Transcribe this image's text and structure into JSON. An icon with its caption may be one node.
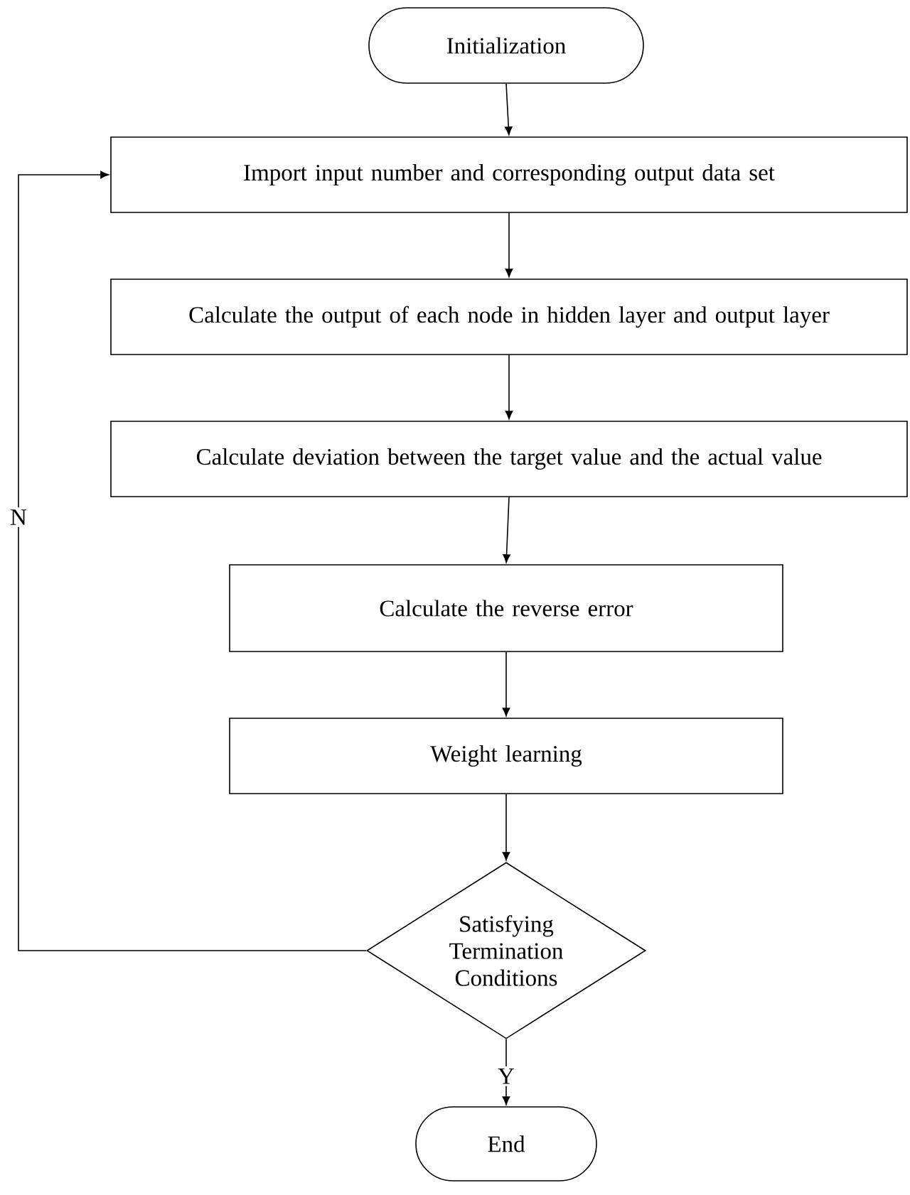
{
  "diagram": {
    "nodes": [
      {
        "text": [
          "Initialization"
        ]
      },
      {
        "text": [
          "Import input number and corresponding output data set"
        ]
      },
      {
        "text": [
          "Calculate the output of each node in hidden layer and output layer"
        ]
      },
      {
        "text": [
          "Calculate deviation between the  target value and the actual value"
        ]
      },
      {
        "text": [
          "Calculate the reverse error"
        ]
      },
      {
        "text": [
          "Weight learning"
        ]
      },
      {
        "text": [
          "Satisfying Termination Conditions"
        ]
      },
      {
        "text": [
          "End"
        ]
      }
    ],
    "edges": [
      {
        "from": 0,
        "to": 1,
        "arrow": "to"
      },
      {
        "from": 1,
        "to": 2,
        "arrow": "to"
      },
      {
        "from": 2,
        "to": 3,
        "arrow": "to"
      },
      {
        "from": 3,
        "to": 4,
        "arrow": "to"
      },
      {
        "from": 4,
        "to": 5,
        "arrow": "to"
      },
      {
        "from": 5,
        "to": 6,
        "arrow": "to"
      },
      {
        "from": 6,
        "to": 7,
        "arrow": "to",
        "label": "Y"
      },
      {
        "from": 6,
        "to": 1,
        "arrow": "to",
        "label": "N"
      }
    ]
  }
}
